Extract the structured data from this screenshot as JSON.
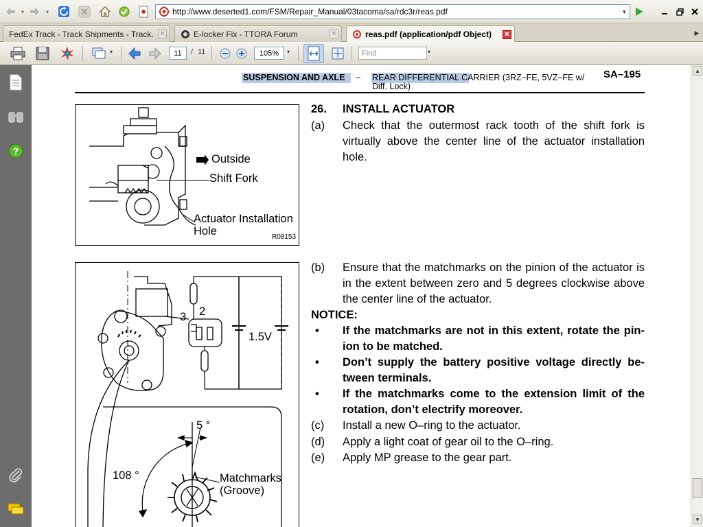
{
  "browser": {
    "url": "http://www.deserted1.com/FSM/Repair_Manual/03tacoma/sa/rdc3r/reas.pdf",
    "tabs": [
      {
        "label": "FedEx Track - Track Shipments - Track..."
      },
      {
        "label": "E-locker Fix - TTORA Forum"
      },
      {
        "label": "reas.pdf (application/pdf Object)"
      }
    ]
  },
  "pdf_toolbar": {
    "current_page": "11",
    "page_separator": "/",
    "total_pages": "11",
    "zoom": "105%",
    "find_placeholder": "Find"
  },
  "page": {
    "header_section": "SUSPENSION AND AXLE",
    "header_dash": "–",
    "header_title_line1": "REAR DIFFERENTIAL CARRIER (3RZ–FE, 5VZ–FE w/",
    "header_title_line2": "Diff. Lock)",
    "page_number": "SA–195",
    "figure1": {
      "label_outside": "Outside",
      "label_shift_fork": "Shift Fork",
      "label_hole_line1": "Actuator Installation",
      "label_hole_line2": "Hole",
      "code": "R08153"
    },
    "figure2": {
      "label_3": "3",
      "label_2": "2",
      "label_voltage": "1.5V",
      "label_5deg": "5 °",
      "label_108deg": "108 °",
      "label_match_line1": "Matchmarks",
      "label_match_line2": "(Groove)"
    },
    "step": {
      "number": "26.",
      "title": "INSTALL ACTUATOR",
      "a_label": "(a)",
      "a_text": "Check that the outermost rack tooth of the shift fork is virtually above the center line of the actuator installation hole.",
      "b_label": "(b)",
      "b_text": "Ensure that the matchmarks on the pinion of the actuator is in the extent between zero and 5 degrees clockwise above the center line of the actuator.",
      "notice_label": "NOTICE:",
      "notices": [
        {
          "bullet": "•",
          "text": "If the matchmarks are not in this extent, rotate the pin- ion to be matched."
        },
        {
          "bullet": "•",
          "text": "Don’t supply the battery positive voltage directly be- tween terminals."
        },
        {
          "bullet": "•",
          "text": "If the matchmarks come to the extension limit of the rotation, don’t electrify moreover."
        }
      ],
      "c_label": "(c)",
      "c_text": "Install a new O–ring to the actuator.",
      "d_label": "(d)",
      "d_text": "Apply a light coat of gear oil to the O–ring.",
      "e_label": "(e)",
      "e_text": "Apply MP grease to the gear part."
    }
  },
  "colors": {
    "header_highlight": "#b7cbe4",
    "left_panel": "#6d6d6d",
    "active_tab_close": "#d43a3a"
  }
}
